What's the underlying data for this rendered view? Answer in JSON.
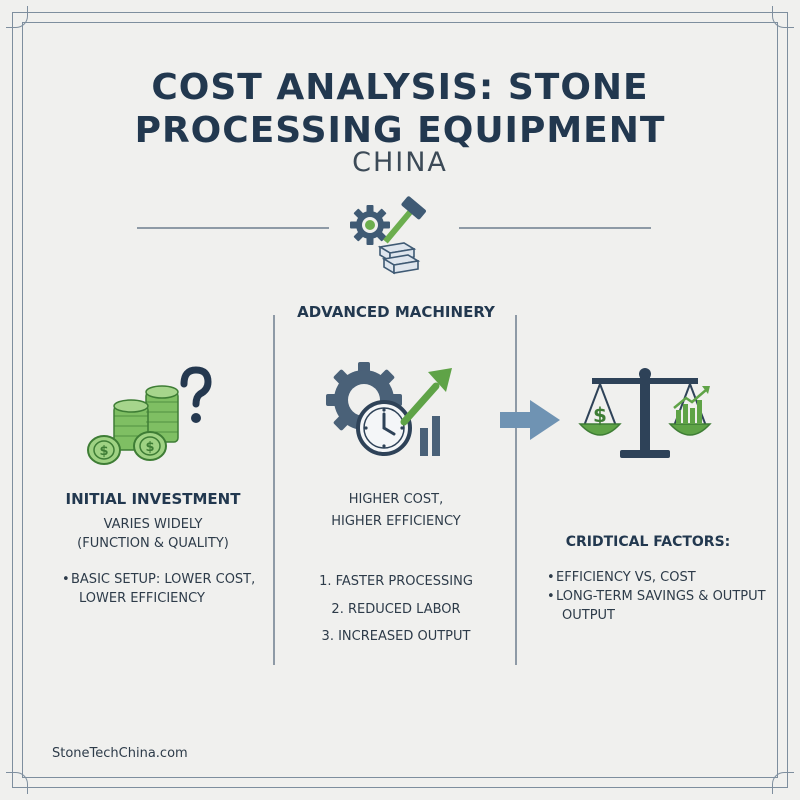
{
  "header": {
    "title_line1": "COST ANALYSIS: STONE",
    "title_line2": "PROCESSING EQUIPMENT",
    "subtitle": "CHINA"
  },
  "columns": {
    "left": {
      "icon": "coin-stacks-question-icon",
      "heading": "INITIAL INVESTMENT",
      "line1": "VARIES WIDELY",
      "line2": "(FUNCTION & QUALITY)",
      "bullet_line1": "BASIC SETUP: LOWER COST,",
      "bullet_line2": "LOWER EFFICIENCY"
    },
    "middle": {
      "heading": "ADVANCED MACHINERY",
      "icon": "gear-clock-growth-icon",
      "line1": "HIGHER COST,",
      "line2": "HIGHER EFFICIENCY",
      "items": [
        "1. FASTER PROCESSING",
        "2. REDUCED LABOR",
        "3. INCREASED OUTPUT"
      ]
    },
    "right": {
      "icon": "balance-scale-icon",
      "heading": "CRIDTICAL FACTORS:",
      "bullet1": "EFFICIENCY VS, COST",
      "bullet2_line1": "LONG-TERM SAVINGS & OUTPUT",
      "bullet2_line2": "OUTPUT"
    }
  },
  "footer": {
    "website": "StoneTechChina.com"
  },
  "colors": {
    "navy": "#22384f",
    "slate": "#4e6478",
    "green": "#5fa347",
    "arrow_blue": "#6f93b3"
  }
}
